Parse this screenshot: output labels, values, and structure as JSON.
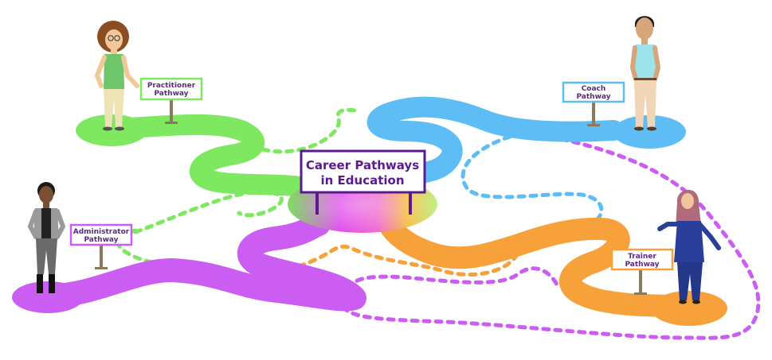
{
  "center": {
    "line1": "Career Pathways",
    "line2": "in Education"
  },
  "pathways": {
    "practitioner": {
      "line1": "Practitioner",
      "line2": "Pathway",
      "color": "#7ee860"
    },
    "coach": {
      "line1": "Coach",
      "line2": "Pathway",
      "color": "#5ebdf5"
    },
    "administrator": {
      "line1": "Administrator",
      "line2": "Pathway",
      "color": "#cc5df2"
    },
    "trainer": {
      "line1": "Trainer",
      "line2": "Pathway",
      "color": "#f7a13a"
    }
  },
  "colors": {
    "sign_text": "#5b2a86",
    "center_border": "#5b1a8f"
  }
}
